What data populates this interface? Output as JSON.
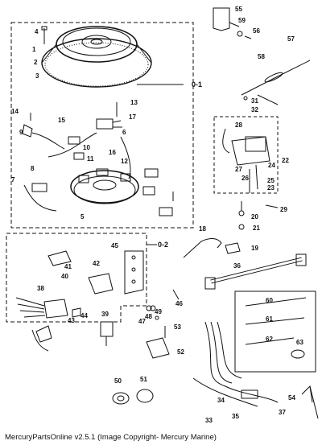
{
  "caption": "MercuryPartsOnline v2.5.1 (Image Copyright- Mercury Marine)",
  "group_labels": {
    "upper": "0-1",
    "lower": "0-2"
  },
  "part_labels": {
    "p1": "1",
    "p2": "2",
    "p3": "3",
    "p4": "4",
    "p5": "5",
    "p6": "6",
    "p7": "7",
    "p8": "8",
    "p9": "9",
    "p10": "10",
    "p11": "11",
    "p12": "12",
    "p13": "13",
    "p14": "14",
    "p15": "15",
    "p16": "16",
    "p17": "17",
    "p18": "18",
    "p19": "19",
    "p20": "20",
    "p21": "21",
    "p22": "22",
    "p23": "23",
    "p24": "24",
    "p25": "25",
    "p26": "26",
    "p27": "27",
    "p28": "28",
    "p29": "29",
    "p31": "31",
    "p32": "32",
    "p33": "33",
    "p34": "34",
    "p35": "35",
    "p36": "36",
    "p37": "37",
    "p38": "38",
    "p39": "39",
    "p40": "40",
    "p41": "41",
    "p42": "42",
    "p43": "43",
    "p44": "44",
    "p45": "45",
    "p46": "46",
    "p47": "47",
    "p48": "48",
    "p49": "49",
    "p50": "50",
    "p51": "51",
    "p52": "52",
    "p53": "53",
    "p54": "54",
    "p55": "55",
    "p56": "56",
    "p57": "57",
    "p58": "58",
    "p59": "59",
    "p60": "60",
    "p61": "61",
    "p62": "62",
    "p63": "63"
  }
}
